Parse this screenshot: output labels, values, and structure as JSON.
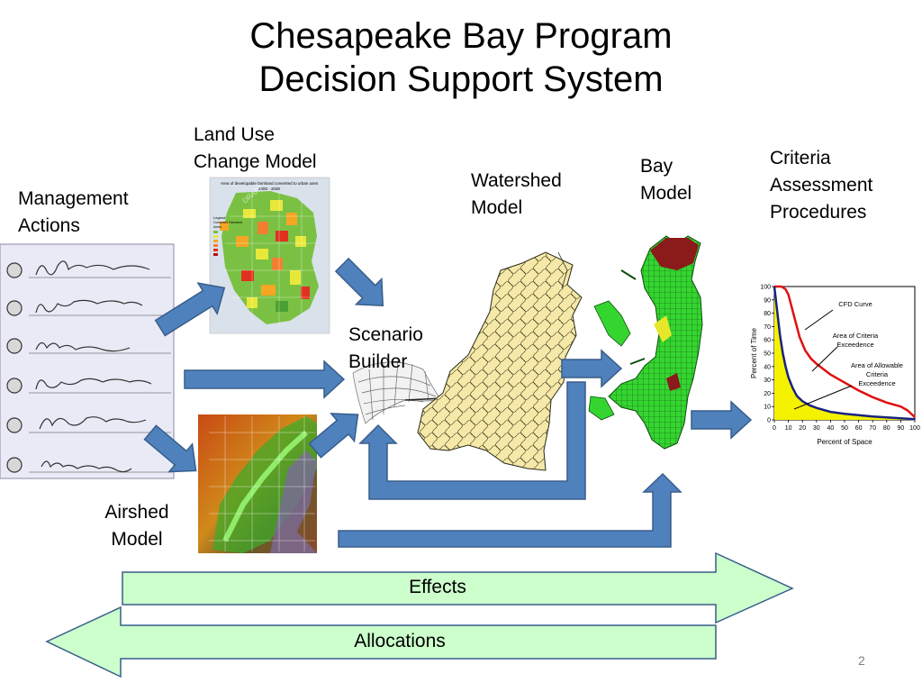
{
  "slide": {
    "title_line1": "Chesapeake Bay Program",
    "title_line2": "Decision Support System",
    "page_number": "2"
  },
  "labels": {
    "land_use_line1": "Land Use",
    "land_use_line2": "Change Model",
    "management_line1": "Management",
    "management_line2": "Actions",
    "watershed_line1": "Watershed",
    "watershed_line2": "Model",
    "bay_line1": "Bay",
    "bay_line2": "Model",
    "criteria_line1": "Criteria",
    "criteria_line2": "Assessment",
    "criteria_line3": "Procedures",
    "scenario_line1": "Scenario",
    "scenario_line2": "Builder",
    "airshed_line1": "Airshed",
    "airshed_line2": "Model"
  },
  "flows": {
    "effects": "Effects",
    "allocations": "Allocations"
  },
  "land_use_map": {
    "title": "Area of developable farmland converted to urban uses",
    "subtitle": "2000 - 2030",
    "legend_title": "Legend",
    "legend_subtitle": "Converted Farmland",
    "legend_unit": "Acres",
    "watermark": "DRAFT"
  },
  "chart_data": {
    "type": "line",
    "xlabel": "Percent of Space",
    "ylabel": "Percent of Time",
    "xlim": [
      0,
      100
    ],
    "ylim": [
      0,
      100
    ],
    "xticks": [
      "0",
      "10",
      "20",
      "30",
      "40",
      "50",
      "60",
      "70",
      "80",
      "90",
      "100"
    ],
    "yticks": [
      "0",
      "10",
      "20",
      "30",
      "40",
      "50",
      "60",
      "70",
      "80",
      "90",
      "100"
    ],
    "series": [
      {
        "name": "CFD Curve",
        "color": "#e01010",
        "x": [
          0,
          5,
          8,
          10,
          12,
          15,
          18,
          22,
          26,
          30,
          35,
          40,
          50,
          60,
          70,
          80,
          90,
          95,
          100
        ],
        "y": [
          100,
          100,
          98,
          94,
          86,
          74,
          62,
          52,
          46,
          42,
          38,
          34,
          28,
          22,
          17,
          13,
          10,
          7,
          2
        ]
      },
      {
        "name": "Allowable",
        "color": "#1a237e",
        "x": [
          0,
          2,
          4,
          6,
          8,
          10,
          13,
          16,
          20,
          25,
          30,
          40,
          50,
          60,
          70,
          80,
          90,
          100
        ],
        "y": [
          100,
          82,
          64,
          50,
          40,
          32,
          24,
          18,
          14,
          11,
          9,
          6,
          4.5,
          3.5,
          2.5,
          1.8,
          1.2,
          0.5
        ]
      }
    ],
    "annotations": [
      {
        "text": [
          "CFD Curve"
        ]
      },
      {
        "text": [
          "Area of Criteria",
          "Exceedence"
        ]
      },
      {
        "text": [
          "Area of Allowable",
          "Criteria",
          "Exceedence"
        ]
      }
    ],
    "fill_color": "#f5f200"
  },
  "colors": {
    "arrow_fill": "#4f81bd",
    "arrow_stroke": "#385d8a",
    "band_fill": "#ccffcc",
    "band_stroke": "#385d8a"
  }
}
